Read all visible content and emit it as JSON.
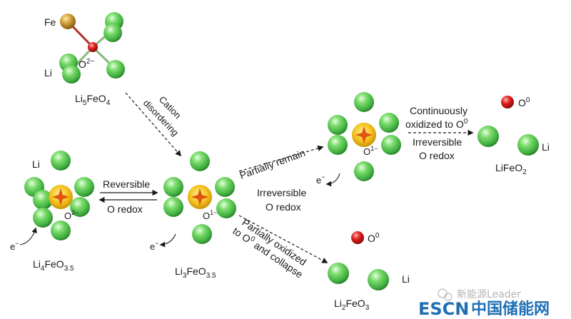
{
  "atoms": {
    "Fe": "Fe",
    "Li": "Li",
    "O_sym": "O"
  },
  "charges": {
    "o2": "2−",
    "o1": "1−",
    "o0": "0",
    "e": "−"
  },
  "formulas": {
    "li5feo4": {
      "a": "Li",
      "s1": "5",
      "b": "FeO",
      "s2": "4"
    },
    "li4feo35": {
      "a": "Li",
      "s1": "4",
      "b": "FeO",
      "s2": "3.5"
    },
    "li3feo35": {
      "a": "Li",
      "s1": "3",
      "b": "FeO",
      "s2": "3.5"
    },
    "lifeo2": {
      "a": "LiFeO",
      "s1": "2"
    },
    "li2feo3": {
      "a": "Li",
      "s1": "2",
      "b": "FeO",
      "s2": "3"
    }
  },
  "labels": {
    "cation_1": "Cation",
    "cation_2": "disordering",
    "reversible_1": "Reversible",
    "reversible_2": "O redox",
    "partially_remain": "Partially remain",
    "irrev_mid_1": "Irreversible",
    "irrev_mid_2": "O redox",
    "cont_1": "Continuously",
    "cont_2": "oxidized to O",
    "irrev_top_1": "Irreversible",
    "irrev_top_2": "O redox",
    "partox_1": "Partially oxidized",
    "partox_2a": "to O",
    "partox_2b": " and collapse",
    "e_sym": "e"
  },
  "watermark": {
    "wechat": "新能源Leader",
    "brand_latin": "ESCN",
    "brand_cn": "中国储能网"
  },
  "colors": {
    "li": "#5cc85c",
    "li_dark": "#2f8f2f",
    "fe": "#b8861e",
    "o_red": "#d01818",
    "core": "#f0c020",
    "brand": "#1f6fb5"
  }
}
